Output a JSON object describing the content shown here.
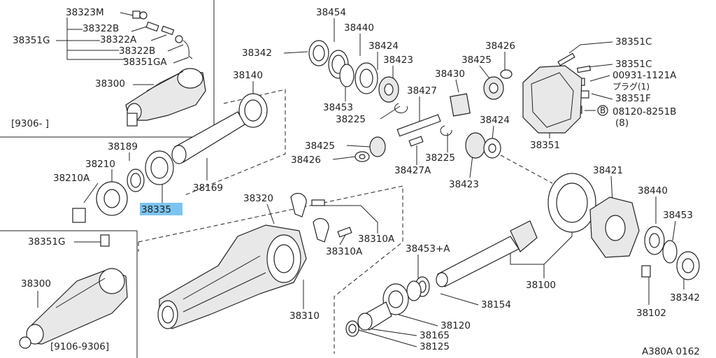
{
  "figure_code": "A380A 0162",
  "labels": {
    "p38323M": "38323M",
    "p38322B": "38322B",
    "p38351G_top": "38351G",
    "p38322A": "38322A",
    "p38322B_2": "38322B",
    "p38351GA": "38351GA",
    "p38300_top": "38300",
    "range_top": "[9306-      ]",
    "p38140": "38140",
    "p38189": "38189",
    "p38210": "38210",
    "p38210A": "38210A",
    "p38335": "38335",
    "p38169": "38169",
    "p38351G_bot": "38351G",
    "p38300_bot": "38300",
    "range_bot": "[9106-9306]",
    "p38454": "38454",
    "p38440_top": "38440",
    "p38342_top": "38342",
    "p38424_a": "38424",
    "p38423_a": "38423",
    "p38453_a": "38453",
    "p38225_a": "38225",
    "p38427": "38427",
    "p38425_a": "38425",
    "p38426_a": "38426",
    "p38427A": "38427A",
    "p38426_top": "38426",
    "p38425_b": "38425",
    "p38430": "38430",
    "p38225_b": "38225",
    "p38424_b": "38424",
    "p38423_b": "38423",
    "p38351C_1": "38351C",
    "p38351C_2": "38351C",
    "p00931": "00931-1121A",
    "plug": "プラグ(1)",
    "p38351F": "38351F",
    "p08120": "08120-8251B",
    "qty8": "(8)",
    "b_mark": "B",
    "p38351": "38351",
    "p38421": "38421",
    "p38440_r": "38440",
    "p38453_r": "38453",
    "p38342_r": "38342",
    "p38102": "38102",
    "p38100": "38100",
    "p38320": "38320",
    "p38310A_1": "38310A",
    "p38310A_2": "38310A",
    "p38310": "38310",
    "p38453A": "38453+A",
    "p38154": "38154",
    "p38120": "38120",
    "p38165": "38165",
    "p38125": "38125"
  },
  "highlight_color": "#7cc4f0"
}
